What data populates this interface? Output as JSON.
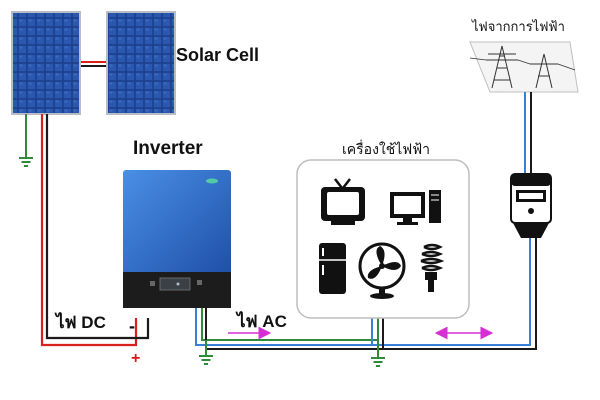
{
  "labels": {
    "solar_cell": "Solar Cell",
    "inverter": "Inverter",
    "appliances": "เครื่องใช้ไฟฟ้า",
    "grid": "ไฟจากการไฟฟ้า",
    "dc": "ไฟ DC",
    "ac": "ไฟ AC",
    "minus": "-",
    "plus": "+"
  },
  "colors": {
    "panel": "#1a3f8e",
    "inverter_body": "#2f6fd1",
    "dc_positive_wire": "#d9211c",
    "dc_negative_wire": "#1a1a1a",
    "ground_wire": "#2e8b3a",
    "ac_wire": "#3a80d8",
    "flow_arrow": "#d52fd3"
  },
  "icons": {
    "solar_panels": "solar-panel-icon",
    "inverter": "inverter-device-icon",
    "grid": "power-tower-icon",
    "meter": "electric-meter-icon",
    "tv": "tv-icon",
    "computer": "computer-icon",
    "fridge": "fridge-icon",
    "fan": "fan-icon",
    "bulb": "light-bulb-icon",
    "ground": "ground-symbol-icon"
  }
}
